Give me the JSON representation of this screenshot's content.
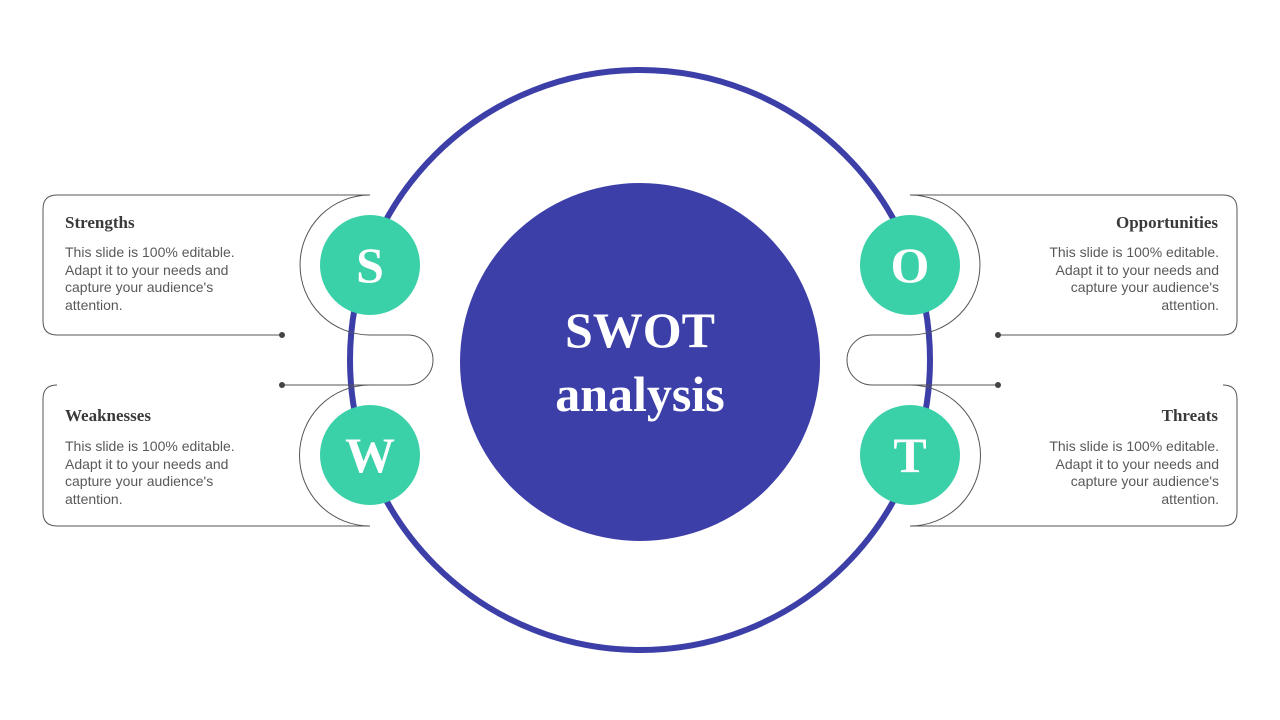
{
  "title": {
    "line1": "SWOT",
    "line2": "analysis"
  },
  "colors": {
    "ring": "#3d3fa8",
    "center": "#3d3fa8",
    "badge": "#3ad0a8",
    "outline": "#555555",
    "card_title": "#3a3a3a",
    "card_text": "#595959"
  },
  "quadrants": {
    "strengths": {
      "letter": "S",
      "title": "Strengths",
      "text": "This slide is 100% editable. Adapt it to your needs and capture your audience's attention."
    },
    "weaknesses": {
      "letter": "W",
      "title": "Weaknesses",
      "text": "This slide is 100% editable. Adapt it to your needs and capture your audience's attention."
    },
    "opportunities": {
      "letter": "O",
      "title": "Opportunities",
      "text": "This slide is 100% editable. Adapt it to your needs and capture your audience's attention."
    },
    "threats": {
      "letter": "T",
      "title": "Threats",
      "text": "This slide is 100% editable. Adapt it to your needs and capture your audience's attention."
    }
  }
}
